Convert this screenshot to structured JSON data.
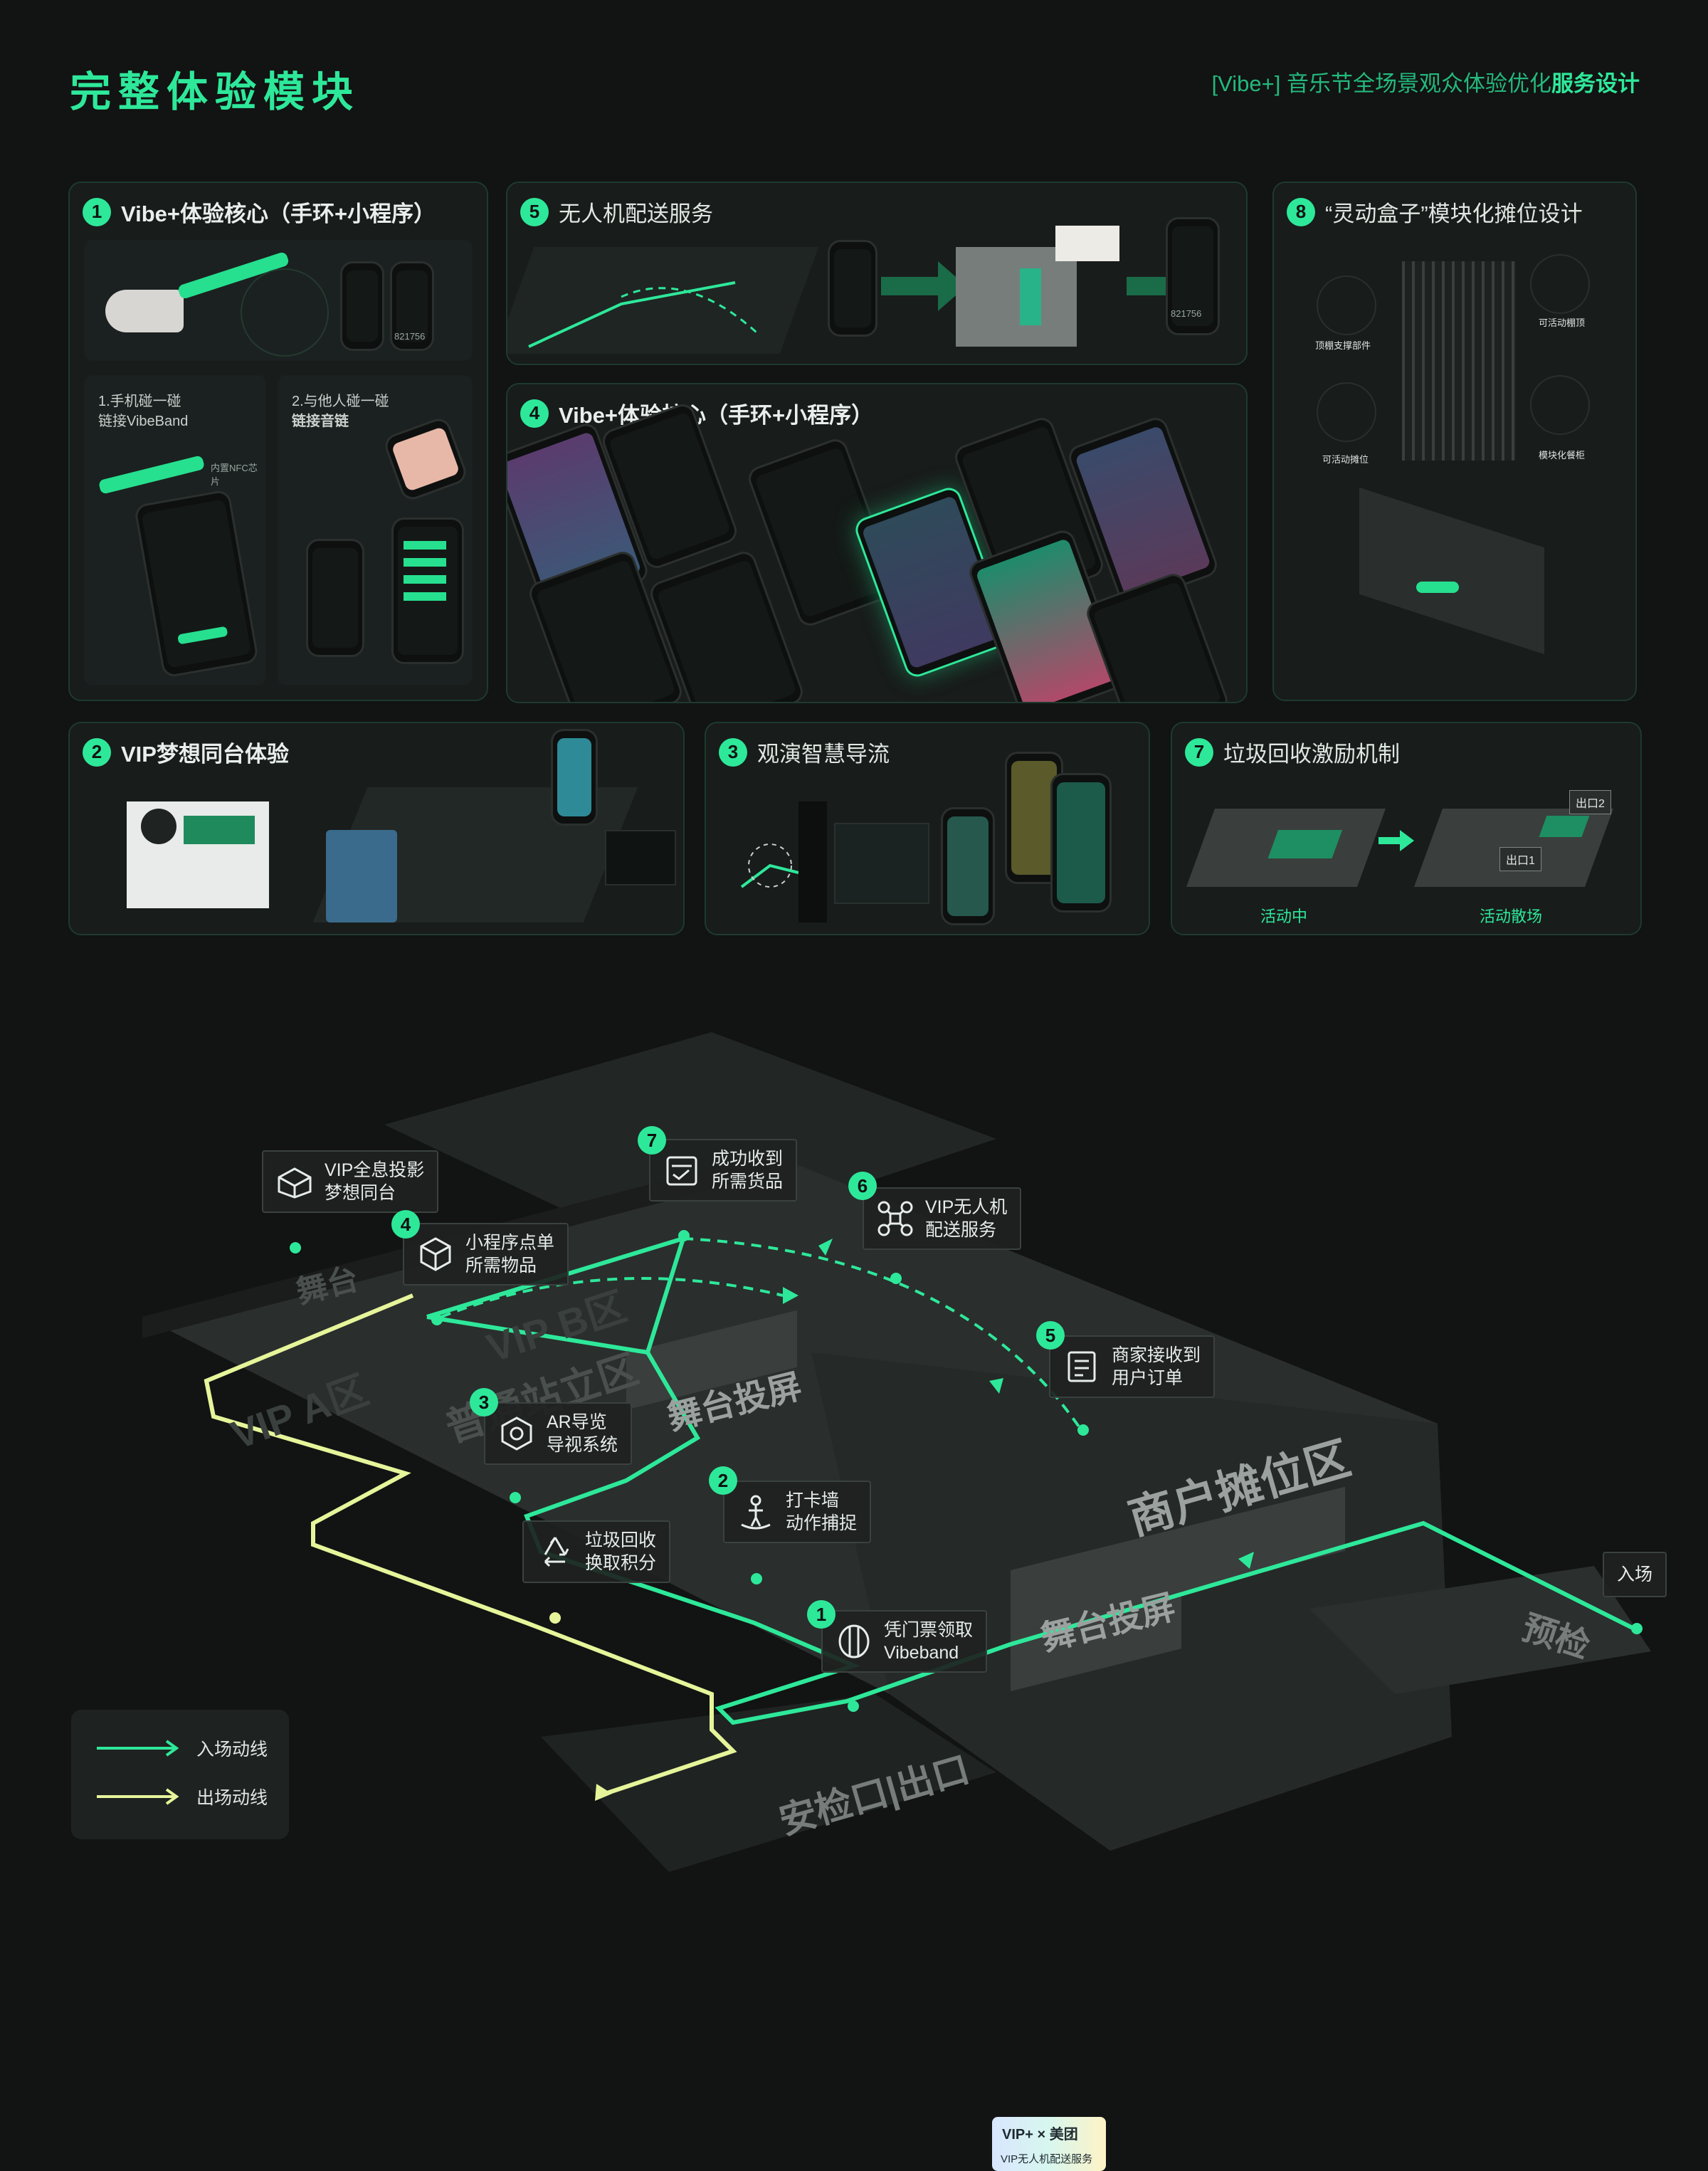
{
  "header": {
    "title": "完整体验模块",
    "subtitle_prefix": "[Vibe+] 音乐节全场景观众体验优化",
    "subtitle_bold": "服务设计"
  },
  "cards": {
    "c1": {
      "num": "1",
      "title": "Vibe+体验核心（手环+小程序）",
      "tap_phone_line1": "1.手机碰一碰",
      "tap_phone_line2": "链接VibeBand",
      "tap_person_line1": "2.与他人碰一碰",
      "tap_person_line2": "链接音链",
      "nfc": "内置NFC芯片",
      "code": "821756"
    },
    "c5": {
      "num": "5",
      "title": "无人机配送服务",
      "code": "821756"
    },
    "c4": {
      "num": "4",
      "title": "Vibe+体验核心（手环+小程序）"
    },
    "c8": {
      "num": "8",
      "title": "“灵动盒子”模块化摊位设计",
      "label_top_support": "顶棚支撑部件",
      "label_top_movable": "可活动棚顶",
      "label_movable_stall": "可活动摊位",
      "label_modular_cabinet": "模块化餐柜"
    },
    "c2": {
      "num": "2",
      "title": "VIP梦想同台体验"
    },
    "c3": {
      "num": "3",
      "title": "观演智慧导流"
    },
    "c7": {
      "num": "7",
      "title": "垃圾回收激励机制",
      "state_active": "活动中",
      "state_dispersal": "活动散场",
      "exit1": "出口1",
      "exit2": "出口2"
    }
  },
  "map": {
    "zones": {
      "stage": "舞台",
      "vip_a": "VIP A区",
      "vip_b": "VIP B区",
      "general": "普通站立区",
      "screen1": "舞台投屏",
      "screen2": "舞台投屏",
      "vendor": "商户摊位区",
      "security": "安检口|出口",
      "presale": "预检"
    },
    "points": [
      {
        "num": "",
        "line1": "VIP全息投影",
        "line2": "梦想同台",
        "icon": "hologram-icon"
      },
      {
        "num": "4",
        "line1": "小程序点单",
        "line2": "所需物品",
        "icon": "cube-icon"
      },
      {
        "num": "7",
        "line1": "成功收到",
        "line2": "所需货品",
        "icon": "package-received-icon"
      },
      {
        "num": "6",
        "line1": "VIP无人机",
        "line2": "配送服务",
        "icon": "drone-icon"
      },
      {
        "num": "5",
        "line1": "商家接收到",
        "line2": "用户订单",
        "icon": "order-icon"
      },
      {
        "num": "3",
        "line1": "AR导览",
        "line2": "导视系统",
        "icon": "ar-icon"
      },
      {
        "num": "2",
        "line1": "打卡墙",
        "line2": "动作捕捉",
        "icon": "checkin-icon"
      },
      {
        "num": "",
        "line1": "垃圾回收",
        "line2": "换取积分",
        "icon": "recycle-icon"
      },
      {
        "num": "1",
        "line1": "凭门票领取",
        "line2": "Vibeband",
        "icon": "wristband-icon"
      }
    ],
    "entrance": "入场",
    "badge_logo": "VIP+ × 美团",
    "badge_caption": "VIP无人机配送服务"
  },
  "legend": {
    "entry_label": "入场动线",
    "entry_color": "#2ee89a",
    "exit_label": "出场动线",
    "exit_color": "#e6f59a"
  },
  "colors": {
    "accent": "#2ee89a",
    "background": "#121313"
  }
}
